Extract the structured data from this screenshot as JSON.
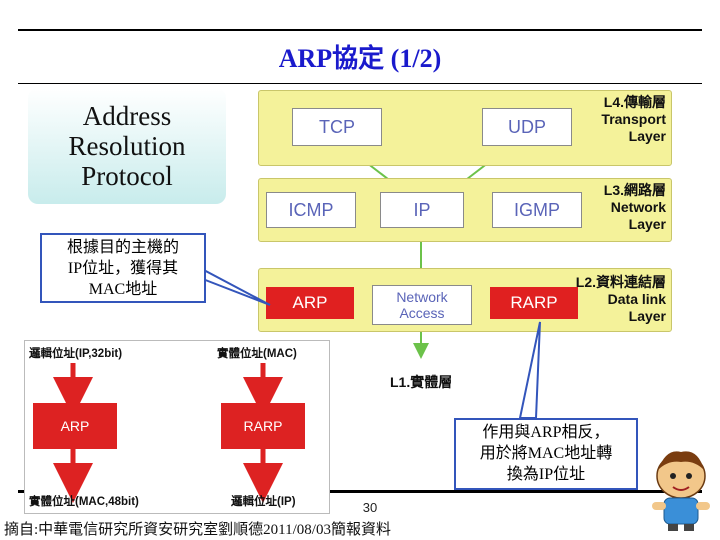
{
  "title": "ARP協定 (1/2)",
  "acronym_box": {
    "line1": "Address",
    "line2": "Resolution",
    "line3": "Protocol"
  },
  "callout_left": {
    "line1": "根據目的主機的",
    "line2": "IP位址，獲得其",
    "line3": "MAC地址"
  },
  "callout_right": {
    "line1": "作用與ARP相反，",
    "line2": "用於將MAC地址轉",
    "line3": "換為IP位址"
  },
  "stack": {
    "l4": {
      "name_line1": "L4.傳輸層",
      "name_line2": "Transport",
      "name_line3": "Layer",
      "protocols": [
        "TCP",
        "UDP"
      ]
    },
    "l3": {
      "name_line1": "L3.網路層",
      "name_line2": "Network",
      "name_line3": "Layer",
      "protocols": [
        "ICMP",
        "IP",
        "IGMP"
      ]
    },
    "l2": {
      "name_line1": "L2.資料連結層",
      "name_line2": "Data link",
      "name_line3": "Layer",
      "arp": "ARP",
      "na_line1": "Network",
      "na_line2": "Access",
      "rarp": "RARP"
    },
    "l1": {
      "name": "L1.實體層"
    }
  },
  "mini_diagram": {
    "left_top": "邏輯位址(IP,32bit)",
    "left_box": "ARP",
    "left_bottom": "實體位址(MAC,48bit)",
    "right_top": "實體位址(MAC)",
    "right_box": "RARP",
    "right_bottom": "邏輯位址(IP)"
  },
  "page_number": "30",
  "footer": "摘自:中華電信研究所資安研究室劉順德2011/08/03簡報資料",
  "colors": {
    "title": "#1a1acc",
    "layer_fill": "#f4f29a",
    "protocol_text": "#5a64b8",
    "arp_red": "#e02020",
    "arrow_green": "#6cc24a"
  }
}
